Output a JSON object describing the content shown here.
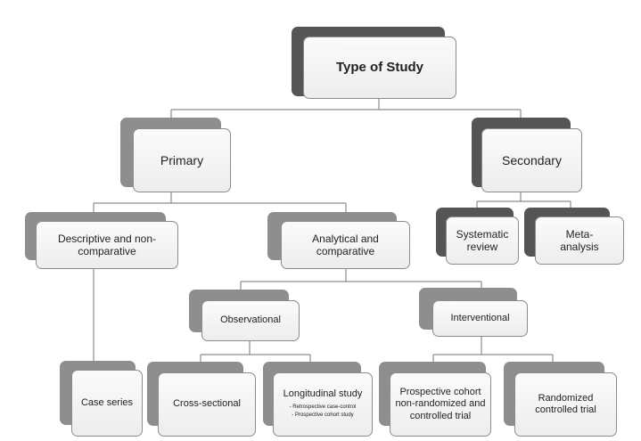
{
  "root": "Type of Study",
  "primary": "Primary",
  "secondary": "Secondary",
  "descriptive": "Descriptive and non-comparative",
  "analytical": "Analytical and comparative",
  "systematic_review": "Systematic review",
  "meta_analysis": "Meta-analysis",
  "observational": "Observational",
  "interventional": "Interventional",
  "case_series": "Case series",
  "cross_sectional": "Cross-sectional",
  "longitudinal": "Longitudinal study",
  "longitudinal_sub": [
    "- Retrospective case-control",
    "- Prospective cohort study"
  ],
  "prospective_cohort": "Prospective cohort non-randomized and controlled trial",
  "randomized": "Randomized controlled trial",
  "colors": {
    "shadow_dark": "#555555",
    "shadow_light": "#8e8e8e",
    "line": "#8c8c8c"
  }
}
